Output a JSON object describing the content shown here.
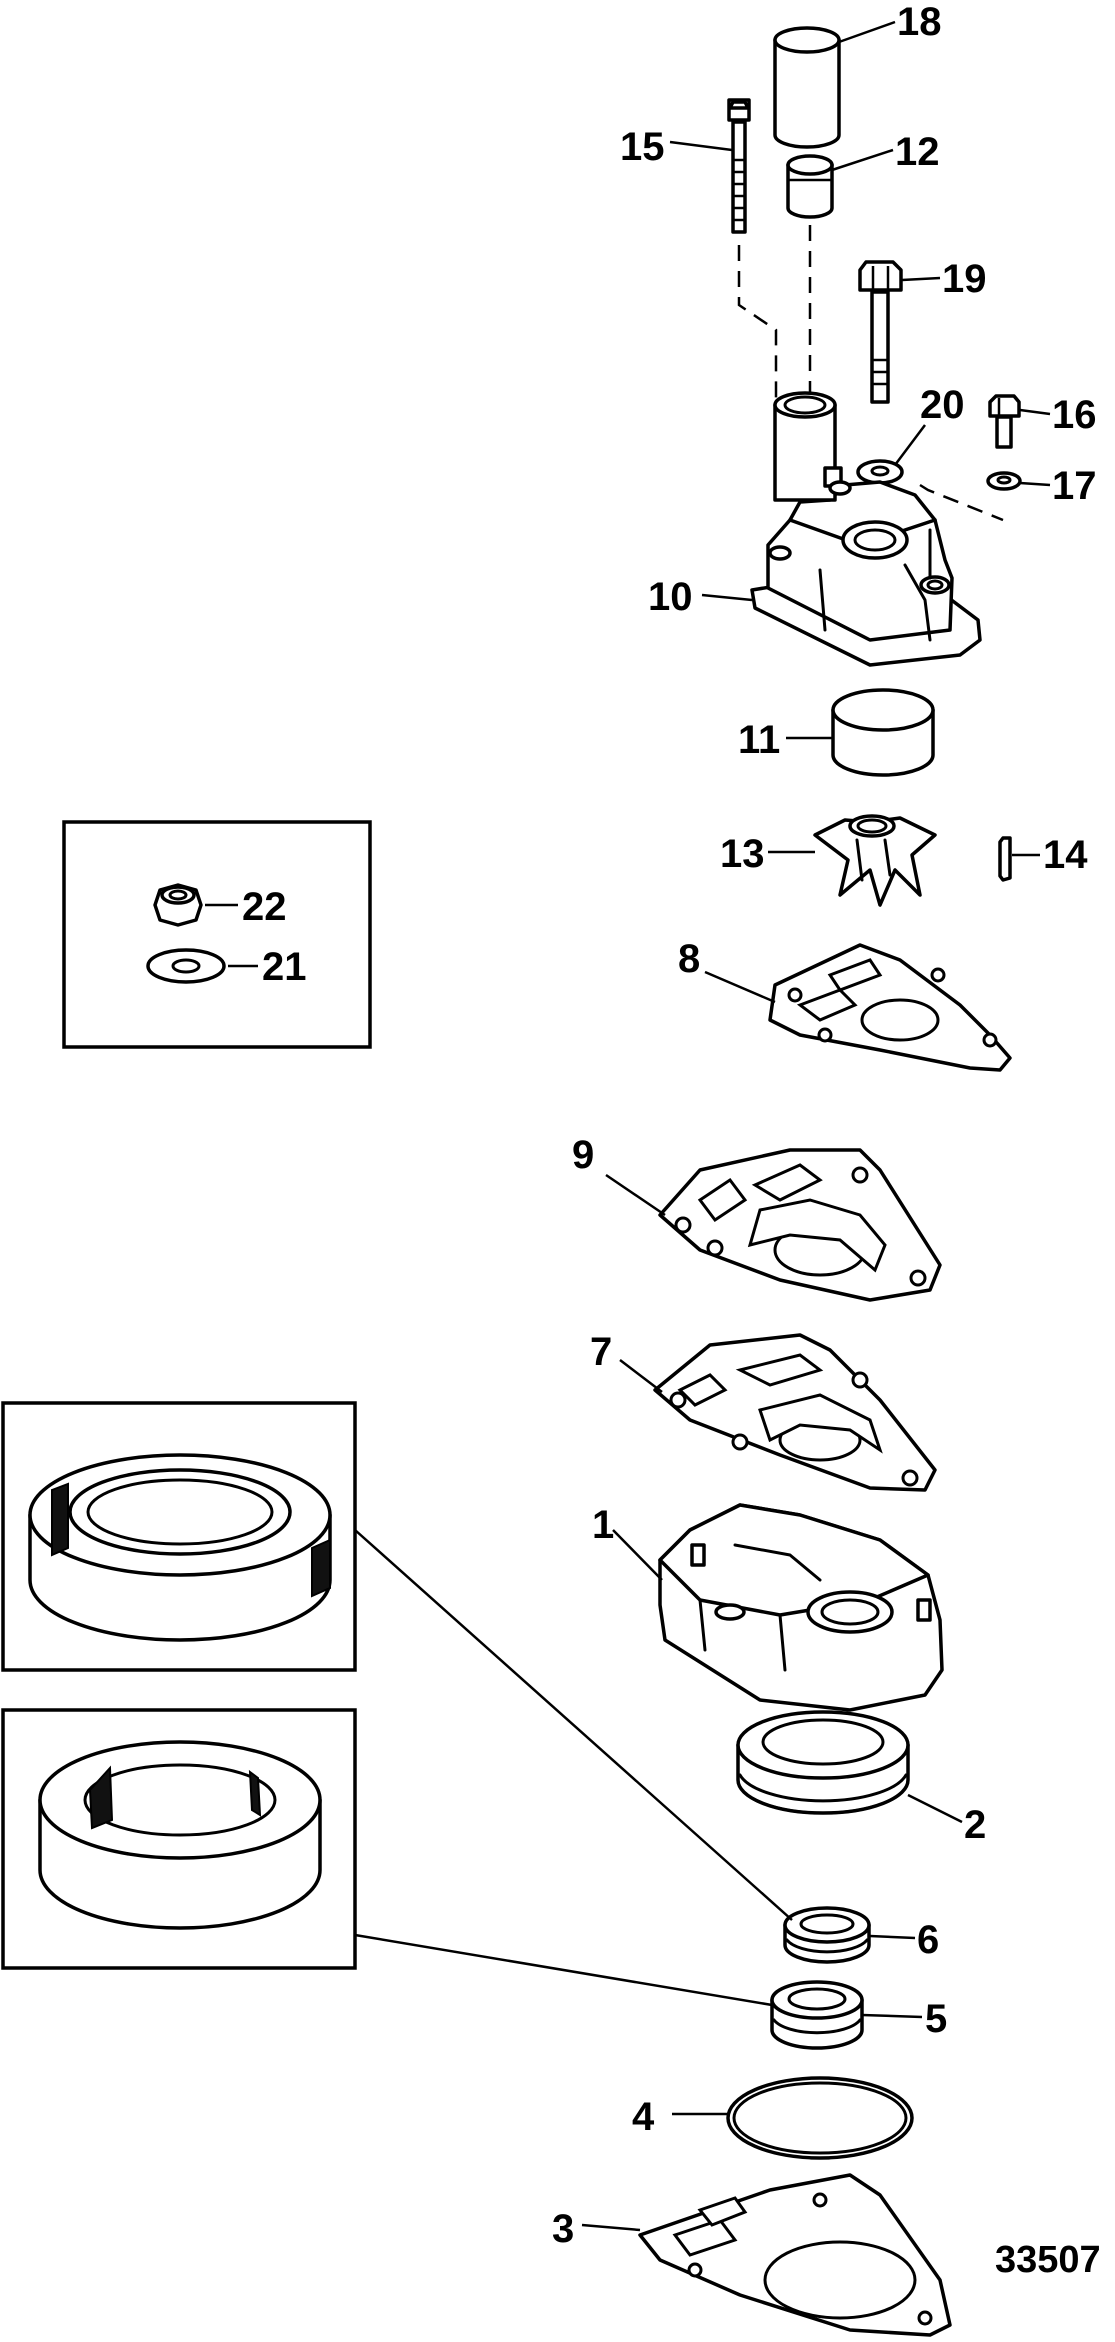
{
  "figure_number": "33507",
  "callouts": {
    "c1": "1",
    "c2": "2",
    "c3": "3",
    "c4": "4",
    "c5": "5",
    "c6": "6",
    "c7": "7",
    "c8": "8",
    "c9": "9",
    "c10": "10",
    "c11": "11",
    "c12": "12",
    "c13": "13",
    "c14": "14",
    "c15": "15",
    "c16": "16",
    "c17": "17",
    "c18": "18",
    "c19": "19",
    "c20": "20",
    "c21": "21",
    "c22": "22"
  }
}
